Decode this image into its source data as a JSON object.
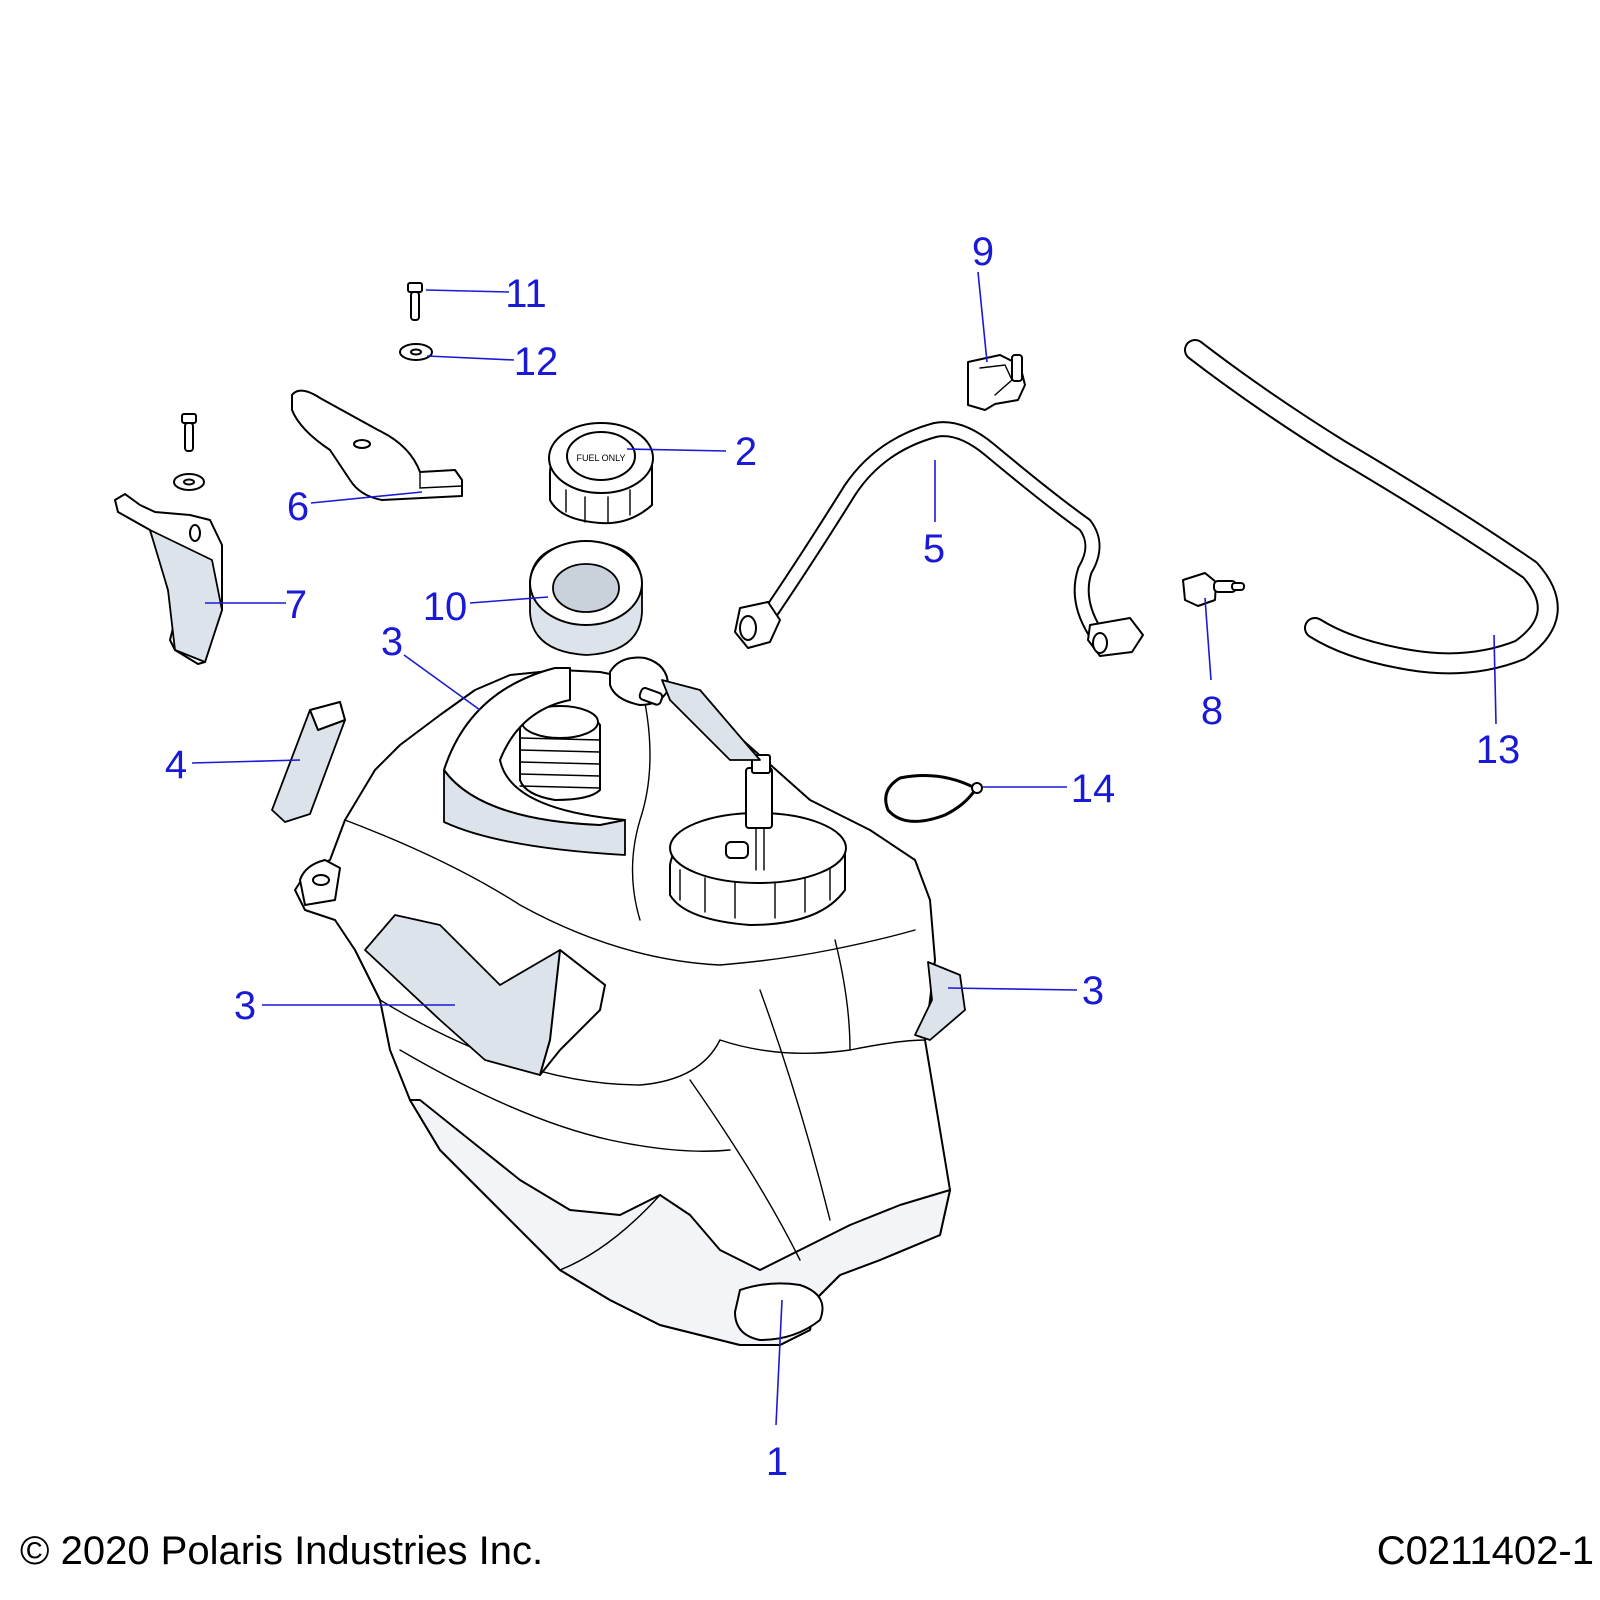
{
  "callouts": {
    "c1": "1",
    "c2": "2",
    "c3a": "3",
    "c3b": "3",
    "c3c": "3",
    "c4": "4",
    "c5": "5",
    "c6": "6",
    "c7": "7",
    "c8": "8",
    "c9": "9",
    "c10": "10",
    "c11": "11",
    "c12": "12",
    "c13": "13",
    "c14": "14"
  },
  "footer": {
    "copyright": "© 2020 Polaris Industries Inc.",
    "figure_id": "C0211402-1"
  },
  "colors": {
    "callout": "#1a1ad6",
    "line_art": "#000000",
    "shading": "#dde3ea"
  }
}
